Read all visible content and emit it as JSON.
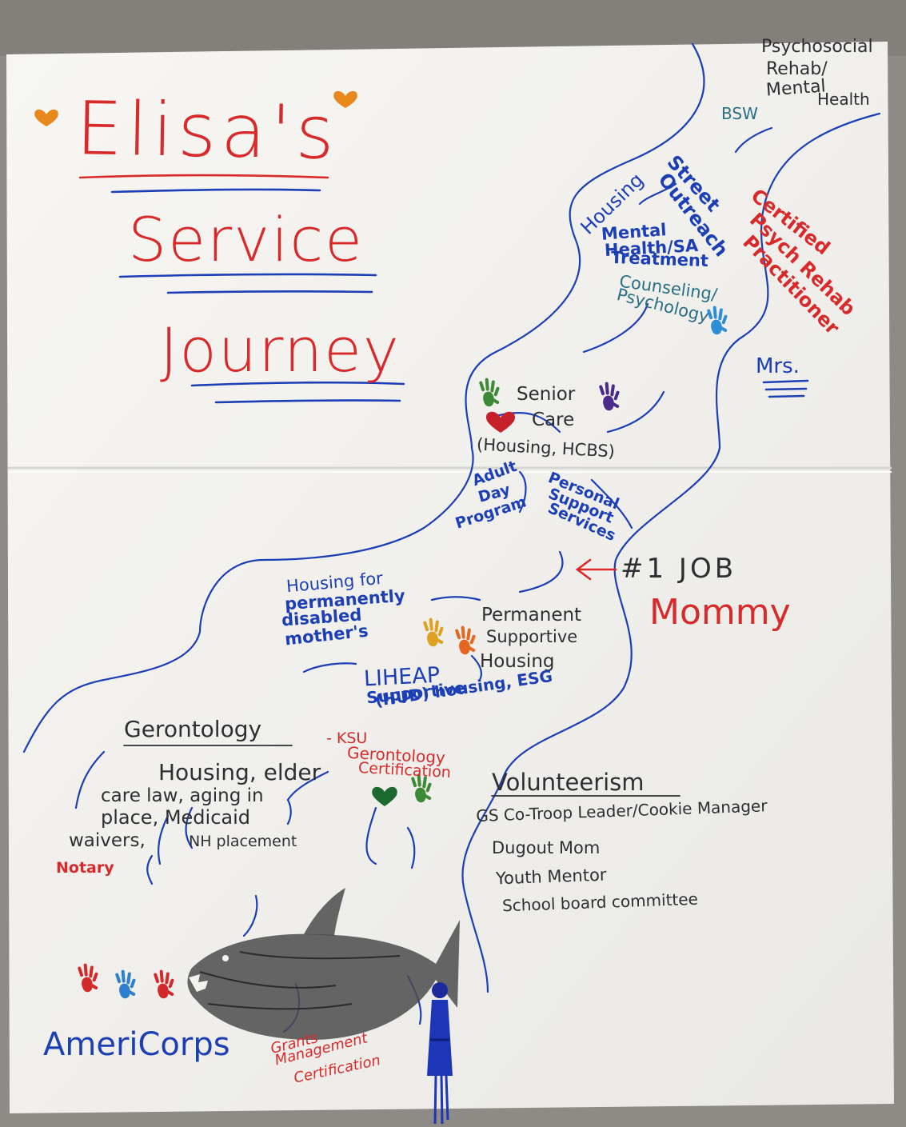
{
  "poster": {
    "title_line1": "Elisa's",
    "title_line2": "Service",
    "title_line3": "Journey"
  },
  "labels": {
    "psychosocial_1": "Psychosocial",
    "psychosocial_2": "Rehab/",
    "psychosocial_3": "Mental",
    "psychosocial_4": "Health",
    "bsw": "BSW",
    "street_1": "Street",
    "street_2": "Outreach",
    "housing": "Housing",
    "certified_1": "Certified",
    "certified_2": "Psych Rehab",
    "certified_3": "Practitioner",
    "mental_1": "Mental",
    "mental_2": "Health/SA",
    "mental_3": "Treatment",
    "counseling_1": "Counseling/",
    "counseling_2": "Psychology",
    "mrs": "Mrs.",
    "senior_1": "Senior",
    "senior_2": "Care",
    "senior_3": "(Housing, HCBS)",
    "adult_1": "Adult",
    "adult_2": "Day",
    "adult_3": "Program",
    "personal_1": "Personal",
    "personal_2": "Support",
    "personal_3": "Services",
    "job": "#1 JOB",
    "mommy": "Mommy",
    "hfpd_1": "Housing for",
    "hfpd_2": "permanently",
    "hfpd_3": "disabled",
    "hfpd_4": "mother's",
    "psh_1": "Permanent",
    "psh_2": "Supportive",
    "psh_3": "Housing",
    "liheap": "LIHEAP",
    "supportive_1": "Supportive",
    "supportive_2": "(HUD) housing, ESG",
    "gerontology": "Gerontology",
    "ksu_1": "- KSU",
    "ksu_2": "Gerontology",
    "ksu_3": "Certification",
    "housing_elder": "Housing, elder",
    "care_law": "care law, aging in",
    "place": "place, Medicaid",
    "waivers": "waivers,",
    "nh": "NH placement",
    "notary": "Notary",
    "volunteerism": "Volunteerism",
    "vol_1": "GS Co-Troop Leader/Cookie Manager",
    "vol_2": "Dugout Mom",
    "vol_3": "Youth Mentor",
    "vol_4": "School board committee",
    "americorps": "AmeriCorps",
    "grants_1": "Grants",
    "grants_2": "Management",
    "grants_3": "Certification"
  },
  "colors": {
    "paper": "#f3f2ef",
    "wall": "#8e8a86",
    "marker_blue": "#1d3fb5",
    "marker_red": "#d82a2a",
    "marker_teal": "#2a6f86",
    "pencil_grey": "#2d2f33",
    "sticker_orange": "#e8871c"
  },
  "icons": [
    "heart-sticker-icon",
    "handprint-icon",
    "orca-drawing-icon",
    "tassel-icon",
    "arrow-icon"
  ]
}
